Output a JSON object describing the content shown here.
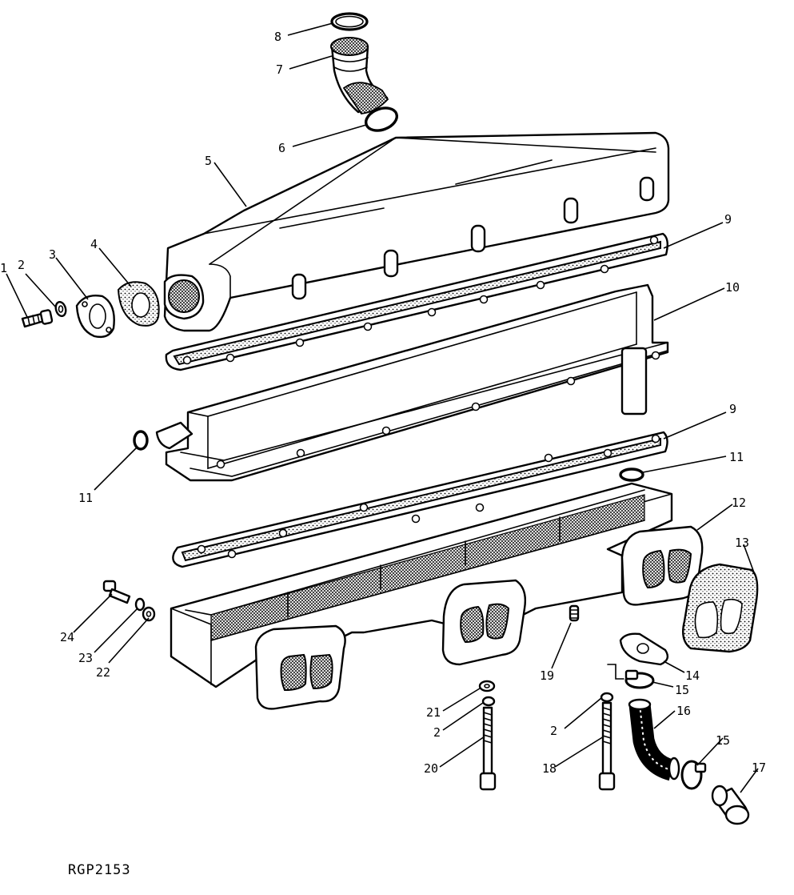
{
  "figure_code": "RGP2153",
  "callouts": [
    {
      "id": "c8",
      "text": "8"
    },
    {
      "id": "c7",
      "text": "7"
    },
    {
      "id": "c6",
      "text": "6"
    },
    {
      "id": "c5",
      "text": "5"
    },
    {
      "id": "c9a",
      "text": "9"
    },
    {
      "id": "c10",
      "text": "10"
    },
    {
      "id": "c1",
      "text": "1"
    },
    {
      "id": "c2a",
      "text": "2"
    },
    {
      "id": "c3",
      "text": "3"
    },
    {
      "id": "c4",
      "text": "4"
    },
    {
      "id": "c9b",
      "text": "9"
    },
    {
      "id": "c11a",
      "text": "11"
    },
    {
      "id": "c11b",
      "text": "11"
    },
    {
      "id": "c12",
      "text": "12"
    },
    {
      "id": "c13",
      "text": "13"
    },
    {
      "id": "c24",
      "text": "24"
    },
    {
      "id": "c23",
      "text": "23"
    },
    {
      "id": "c22",
      "text": "22"
    },
    {
      "id": "c19",
      "text": "19"
    },
    {
      "id": "c14",
      "text": "14"
    },
    {
      "id": "c15a",
      "text": "15"
    },
    {
      "id": "c21",
      "text": "21"
    },
    {
      "id": "c2b",
      "text": "2"
    },
    {
      "id": "c2c",
      "text": "2"
    },
    {
      "id": "c16",
      "text": "16"
    },
    {
      "id": "c15b",
      "text": "15"
    },
    {
      "id": "c20",
      "text": "20"
    },
    {
      "id": "c18",
      "text": "18"
    },
    {
      "id": "c17",
      "text": "17"
    }
  ]
}
